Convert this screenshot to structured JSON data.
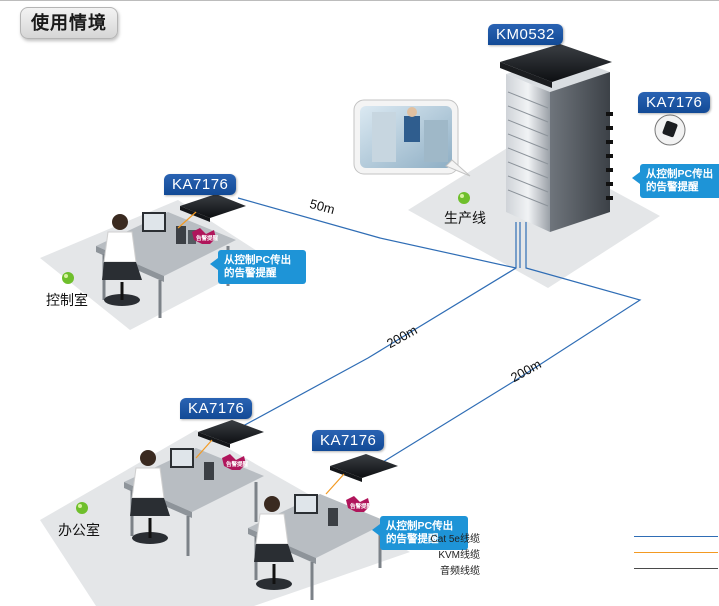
{
  "header": {
    "title": "使用情境"
  },
  "devices": {
    "km": "KM0532",
    "ka_rack": "KA7176",
    "ka_control": "KA7176",
    "ka_office_1": "KA7176",
    "ka_office_2": "KA7176"
  },
  "locations": {
    "production": "生产线",
    "control_room": "控制室",
    "office": "办公室"
  },
  "distances": {
    "control": "50m",
    "office_1": "200m",
    "office_2": "200m"
  },
  "callouts": {
    "rack_line1": "从控制PC传出",
    "rack_line2": "的告警提醒",
    "control_line1": "从控制PC传出",
    "control_line2": "的告警提醒",
    "office_line1": "从控制PC传出",
    "office_line2": "的告警提醒"
  },
  "alert_badge": "告警提醒",
  "legend": [
    {
      "label": "Cat 5e线缆",
      "color": "#2f6db5"
    },
    {
      "label": "KVM线缆",
      "color": "#f39a22"
    },
    {
      "label": "音频线缆",
      "color": "#4a4a4a"
    }
  ],
  "colors": {
    "tag": "#1a56a6",
    "callout": "#1e94d7",
    "cat5e": "#2f6db5",
    "kvm": "#f39a22",
    "audio": "#4a4a4a"
  }
}
